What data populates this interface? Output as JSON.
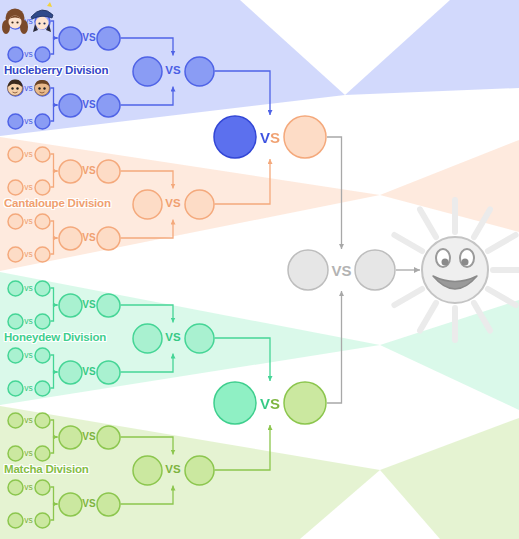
{
  "diagram": {
    "nodes": [
      {
        "text": [
          "vs"
        ]
      },
      {
        "text": [
          "VS"
        ]
      },
      {
        "text": [
          "vs"
        ]
      },
      {
        "text": [
          "VS"
        ]
      },
      {
        "text": [
          "vs"
        ]
      },
      {
        "text": [
          "VS"
        ]
      },
      {
        "text": [
          "vs"
        ]
      },
      {
        "text": [
          "VS"
        ]
      },
      {
        "text": [
          "vs"
        ]
      },
      {
        "text": [
          "VS"
        ]
      },
      {
        "text": [
          "vs"
        ]
      },
      {
        "text": [
          "VS"
        ]
      },
      {
        "text": [
          "vs"
        ]
      },
      {
        "text": [
          "VS"
        ]
      },
      {
        "text": [
          "vs"
        ]
      },
      {
        "text": [
          "VS"
        ]
      },
      {
        "text": [
          "vs"
        ]
      },
      {
        "text": [
          "VS"
        ]
      },
      {
        "text": [
          "vs"
        ]
      },
      {
        "text": [
          "VS"
        ]
      },
      {
        "text": [
          "vs"
        ]
      },
      {
        "text": [
          "VS"
        ]
      },
      {
        "text": [
          "vs"
        ]
      },
      {
        "text": [
          "VS"
        ]
      },
      {
        "text": [
          "vs"
        ]
      },
      {
        "text": [
          "VS"
        ]
      },
      {
        "text": [
          "vs"
        ]
      },
      {
        "text": [
          "VS"
        ]
      },
      {
        "text": [
          "vs"
        ]
      },
      {
        "text": [
          "VS"
        ]
      },
      {
        "text": [
          "vs"
        ]
      }
    ],
    "edges": [
      {
        "from": 0,
        "to": 1,
        "arrow": "to"
      },
      {
        "from": 2,
        "to": 1,
        "arrow": "to"
      },
      {
        "from": 1,
        "to": 3,
        "arrow": "to"
      },
      {
        "from": 4,
        "to": 5,
        "arrow": "to"
      },
      {
        "from": 6,
        "to": 5,
        "arrow": "to"
      },
      {
        "from": 5,
        "to": 3,
        "arrow": "to"
      },
      {
        "from": 8,
        "to": 9,
        "arrow": "to"
      },
      {
        "from": 10,
        "to": 9,
        "arrow": "to"
      },
      {
        "from": 9,
        "to": 11,
        "arrow": "to"
      },
      {
        "from": 12,
        "to": 13,
        "arrow": "to"
      },
      {
        "from": 14,
        "to": 13,
        "arrow": "to"
      },
      {
        "from": 13,
        "to": 11,
        "arrow": "to"
      },
      {
        "from": 16,
        "to": 17,
        "arrow": "to"
      },
      {
        "from": 18,
        "to": 17,
        "arrow": "to"
      },
      {
        "from": 17,
        "to": 19,
        "arrow": "to"
      },
      {
        "from": 20,
        "to": 21,
        "arrow": "to"
      },
      {
        "from": 22,
        "to": 21,
        "arrow": "to"
      },
      {
        "from": 21,
        "to": 19,
        "arrow": "to"
      },
      {
        "from": 24,
        "to": 25,
        "arrow": "to"
      },
      {
        "from": 26,
        "to": 25,
        "arrow": "to"
      },
      {
        "from": 25,
        "to": 27,
        "arrow": "to"
      },
      {
        "from": 28,
        "to": 29,
        "arrow": "to"
      },
      {
        "from": 30,
        "to": 29,
        "arrow": "to"
      },
      {
        "from": 29,
        "to": 27,
        "arrow": "to"
      },
      {
        "from": 3,
        "to": 7,
        "arrow": "to"
      },
      {
        "from": 11,
        "to": 7,
        "arrow": "to"
      },
      {
        "from": 19,
        "to": 23,
        "arrow": "to"
      },
      {
        "from": 27,
        "to": 23,
        "arrow": "to"
      },
      {
        "from": 7,
        "to": 15,
        "arrow": "to"
      },
      {
        "from": 23,
        "to": 15,
        "arrow": "to"
      }
    ],
    "labels": [
      "Hucleberry Division",
      "Cantaloupe Division",
      "Honeydew Division",
      "Matcha Division"
    ]
  }
}
